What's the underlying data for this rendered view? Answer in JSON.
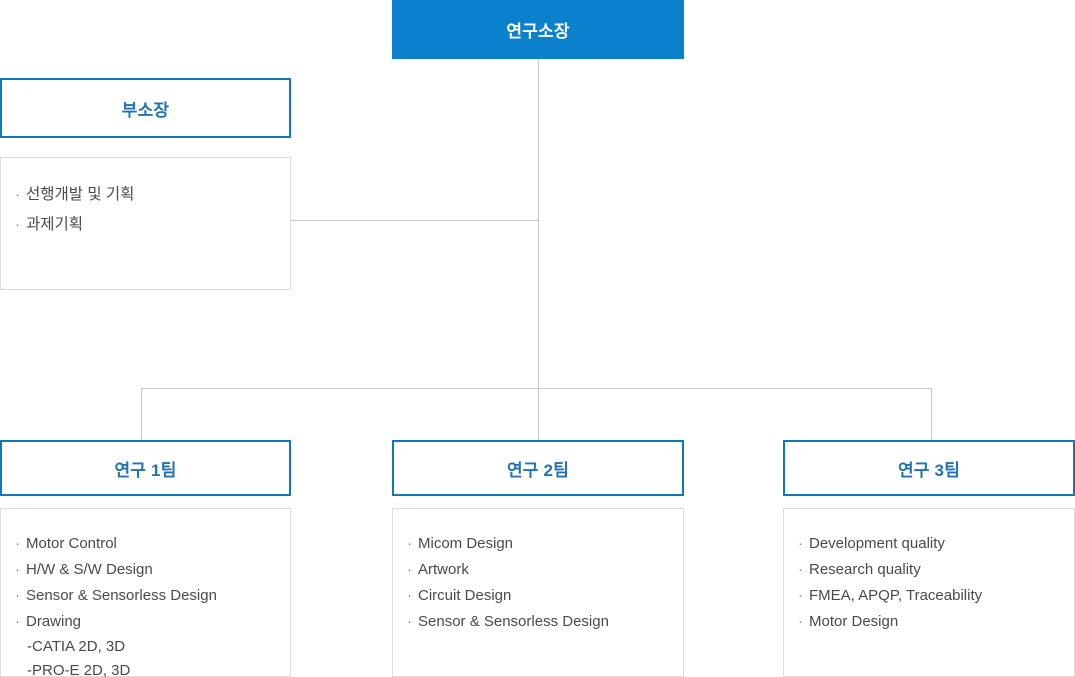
{
  "chart": {
    "type": "org-chart",
    "title": "연구소 조직도",
    "colors": {
      "header_fill": "#0b81ce",
      "header_text": "#ffffff",
      "outline_border": "#1277b8",
      "outline_text": "#2573ad",
      "detail_border": "#dcdcdc",
      "detail_text": "#4a4a4a",
      "connector": "#c8c8c8"
    }
  },
  "root": {
    "label": "연구소장"
  },
  "deputy": {
    "label": "부소장",
    "items": [
      {
        "text": "선행개발 및 기획",
        "subs": []
      },
      {
        "text": "과제기획",
        "subs": []
      }
    ]
  },
  "teams": [
    {
      "label": "연구 1팀",
      "items": [
        {
          "text": "Motor Control",
          "subs": []
        },
        {
          "text": "H/W & S/W Design",
          "subs": []
        },
        {
          "text": "Sensor & Sensorless Design",
          "subs": []
        },
        {
          "text": "Drawing",
          "subs": [
            "-CATIA 2D, 3D",
            "-PRO-E 2D, 3D"
          ]
        }
      ]
    },
    {
      "label": "연구 2팀",
      "items": [
        {
          "text": "Micom Design",
          "subs": []
        },
        {
          "text": "Artwork",
          "subs": []
        },
        {
          "text": "Circuit Design",
          "subs": []
        },
        {
          "text": "Sensor & Sensorless Design",
          "subs": []
        }
      ]
    },
    {
      "label": "연구 3팀",
      "items": [
        {
          "text": "Development quality",
          "subs": []
        },
        {
          "text": "Research quality",
          "subs": []
        },
        {
          "text": "FMEA, APQP, Traceability",
          "subs": []
        },
        {
          "text": "Motor Design",
          "subs": []
        }
      ]
    }
  ],
  "bullet": "·"
}
